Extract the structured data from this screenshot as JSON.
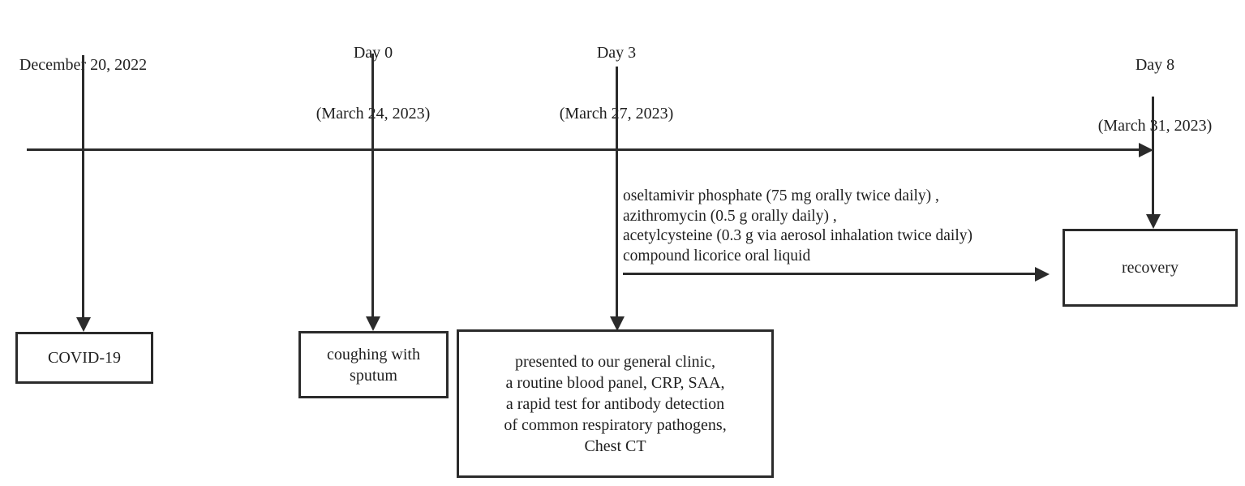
{
  "diagram": {
    "title": "Clinical course timeline",
    "line_color": "#2b2b2b",
    "text_color": "#1f1f1f",
    "background": "#ffffff"
  },
  "timeline_labels": [
    {
      "id": "covid-date",
      "line1": "December 20, 2022",
      "line2": ""
    },
    {
      "id": "day-0",
      "line1": "Day 0",
      "line2": "(March 24, 2023)"
    },
    {
      "id": "day-3",
      "line1": "Day 3",
      "line2": "(March 27, 2023)"
    },
    {
      "id": "day-8",
      "line1": "Day 8",
      "line2": "(March 31, 2023)"
    }
  ],
  "event_boxes": [
    {
      "id": "covid-19",
      "text": "COVID-19"
    },
    {
      "id": "coughing",
      "text": "coughing with\nsputum"
    },
    {
      "id": "clinic",
      "text": "presented to our general clinic,\na routine blood panel, CRP, SAA,\na rapid test for antibody detection\nof common respiratory pathogens,\nChest CT"
    },
    {
      "id": "recovery",
      "text": "recovery"
    }
  ],
  "treatment": {
    "lines": [
      "oseltamivir phosphate (75 mg orally twice daily) ,",
      "azithromycin (0.5 g orally daily) ,",
      "acetylcysteine (0.3 g via aerosol inhalation twice daily)",
      "compound licorice oral liquid"
    ],
    "text": "oseltamivir phosphate (75 mg orally twice daily) ,\nazithromycin (0.5 g orally daily) ,\nacetylcysteine (0.3 g via aerosol inhalation twice daily)\ncompound licorice oral liquid"
  }
}
